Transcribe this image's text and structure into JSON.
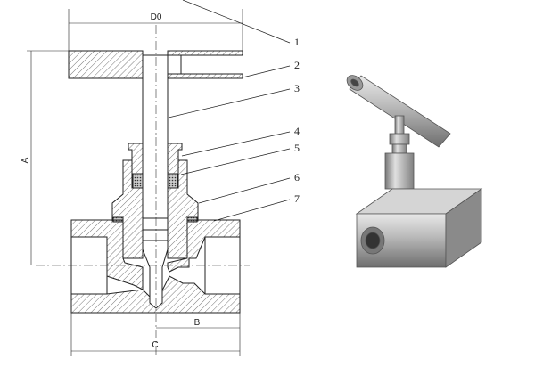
{
  "drawing": {
    "dimensions": {
      "d0": "D0",
      "a": "A",
      "b": "B",
      "c": "C"
    },
    "part_numbers": [
      "1",
      "2",
      "3",
      "4",
      "5",
      "6",
      "7"
    ]
  },
  "photo": {
    "subject": "needle-valve"
  },
  "colors": {
    "line": "#222222",
    "hatch": "#555555",
    "steel": "#a8a8a8"
  }
}
